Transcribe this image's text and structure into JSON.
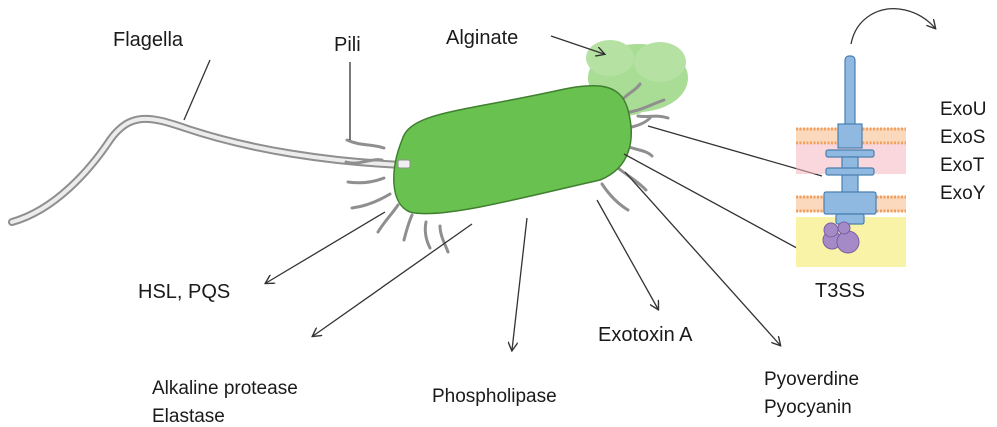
{
  "labels": {
    "flagella": "Flagella",
    "pili": "Pili",
    "alginate": "Alginate",
    "hsl_pqs": "HSL, PQS",
    "alkaline_protease": "Alkaline protease",
    "elastase": "Elastase",
    "phospholipase": "Phospholipase",
    "exotoxin_a": "Exotoxin A",
    "pyoverdine": "Pyoverdine",
    "pyocyanin": "Pyocyanin",
    "t3ss": "T3SS"
  },
  "effectors": [
    "ExoU",
    "ExoS",
    "ExoT",
    "ExoY"
  ],
  "colors": {
    "cell_body": "#69c24f",
    "cell_outline": "#3f7f2f",
    "alginate_cloud": "#a9dc95",
    "needle_blue": "#8fb9e0",
    "membrane_orange": "#f2a060",
    "membrane_pink": "#f4b7bf",
    "cytoplasm_yellow": "#f8f3a6",
    "atpase_purple": "#a58ac8",
    "appendage_gray": "#8f8f8f"
  }
}
